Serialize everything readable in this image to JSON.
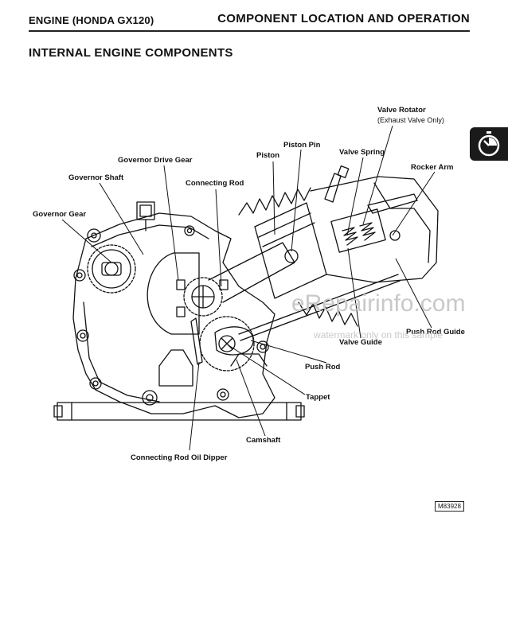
{
  "header": {
    "left": "ENGINE (HONDA GX120)",
    "right": "COMPONENT LOCATION AND OPERATION"
  },
  "section_title": "INTERNAL ENGINE COMPONENTS",
  "tab_icon": "stopwatch-icon",
  "labels": {
    "valve_rotator": "Valve Rotator",
    "valve_rotator_note": "(Exhaust Valve Only)",
    "piston_pin": "Piston Pin",
    "piston": "Piston",
    "valve_spring": "Valve Spring",
    "rocker_arm": "Rocker Arm",
    "governor_drive_gear": "Governor Drive Gear",
    "governor_shaft": "Governor Shaft",
    "connecting_rod": "Connecting Rod",
    "governor_gear": "Governor Gear",
    "push_rod_guide": "Push Rod Guide",
    "valve_guide": "Valve Guide",
    "push_rod": "Push Rod",
    "tappet": "Tappet",
    "camshaft": "Camshaft",
    "connecting_rod_oil_dipper": "Connecting Rod Oil Dipper"
  },
  "watermark": {
    "site": "eRepairinfo.com",
    "note": "watermark only on this sample"
  },
  "figure_id": "M83928"
}
